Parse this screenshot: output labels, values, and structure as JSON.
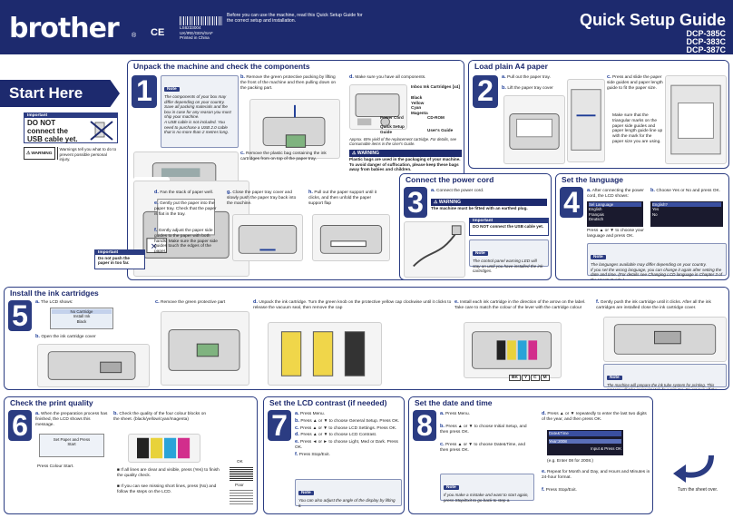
{
  "header": {
    "brand": "brother",
    "ce_mark": "CE",
    "doc_code": "LS6233004",
    "doc_lang": "UK/IRE/GEN/SAF",
    "printed": "Printed in China",
    "intro": "Before you can use the machine, read this Quick Setup Guide for the correct setup and installation.",
    "title": "Quick Setup Guide",
    "models": [
      "DCP-385C",
      "DCP-383C",
      "DCP-387C"
    ]
  },
  "start": {
    "title": "Start Here",
    "important_label": "Important",
    "important_text": "DO NOT connect the USB cable yet.",
    "warning_label": "WARNING",
    "warning_text": "Warnings tell you what to do to prevent possible personal injury."
  },
  "s1": {
    "title": "Unpack the machine and check the components",
    "num": "1",
    "note_label": "Note",
    "note_items": [
      "The components of your box may differ depending on your country.",
      "Save all packing materials and the box in case for any reason you must ship your machine.",
      "A USB cable is not included. You need to purchase a USB 2.0 cable that is no more than 2 metres long."
    ],
    "a": "Remove the protective tape and film.",
    "b": "Remove the green protective packing by lifting the front of the machine and then pulling down on the packing part.",
    "c": "Remove the plastic bag containing the ink cartridges from on top of the paper tray.",
    "d": "Make sure you have all components.",
    "comp_ink": "Inbox Ink Cartridges [x4]",
    "comp_ink_colors": [
      "Black",
      "Yellow",
      "Cyan",
      "Magenta"
    ],
    "comp_cord": "Power Cord",
    "comp_qsg": "Quick Setup Guide",
    "comp_cd": "CD-ROM",
    "comp_ug": "User's Guide",
    "comp_note": "Approx. 65% yield of the replacement cartridge. For details, see Consumable items in the User's Guide.",
    "warn_label": "WARNING",
    "warn_text": "Plastic bags are used in the packaging of your machine. To avoid danger of suffocation, please keep these bags away from babies and children."
  },
  "s2": {
    "title": "Load plain A4 paper",
    "num": "2",
    "a": "Pull out the paper tray.",
    "b": "Lift the paper tray cover",
    "c": "Press and slide the paper side guides and paper length guide to fit the paper size.",
    "c2": "Make sure that the triangular marks on the paper side guides and paper length guide line up with the mark for the paper size you are using.",
    "d": "Fan the stack of paper well.",
    "e": "Gently put the paper into the paper tray. Check that the paper is flat in the tray.",
    "f": "Gently adjust the paper side guides to the paper with both hands. Make sure the paper side guides touch the edges of the paper.",
    "g": "Close the paper tray cover and slowly push the paper tray back into the machine.",
    "h": "Pull out the paper support until it clicks, and then unfold the paper support flap",
    "imp_label": "Important",
    "imp_text": "Do not push the paper in too far."
  },
  "s3": {
    "title": "Connect the power cord",
    "num": "3",
    "a": "Connect the power cord.",
    "warn_label": "WARNING",
    "warn_text": "The machine must be fitted with an earthed plug.",
    "imp_label": "Important",
    "imp_text": "DO NOT connect the USB cable yet.",
    "note_label": "Note",
    "note_text": "The control panel warning LED will stay on until you have installed the ink cartridges."
  },
  "s4": {
    "title": "Set the language",
    "num": "4",
    "a": "After connecting the power cord, the LCD shows:",
    "b": "Choose Yes or No and press OK.",
    "a2": "Press ▲ or ▼ to choose your language and press OK.",
    "lcd1_title": "Sel Language",
    "lcd1_rows": [
      "English",
      "Français",
      "Deutsch"
    ],
    "lcd2_title": "English?",
    "lcd2_rows": [
      "Yes",
      "No"
    ],
    "note_label": "Note",
    "note_items": [
      "The languages available may differ depending on your country.",
      "If you set the wrong language, you can change it again after setting the date and time. (For details see Changing LCD language in Chapter 3 of the User's Guide.)"
    ]
  },
  "s5": {
    "title": "Install the ink cartridges",
    "num": "5",
    "a": "The LCD shows:",
    "lcd_rows": [
      "No Cartridge",
      "Install Ink",
      "Black"
    ],
    "b": "Open the ink cartridge cover",
    "c": "Remove the green protective part",
    "d": "Unpack the ink cartridge. Turn the green knob on the protective yellow cap clockwise until it clicks to release the vacuum seal, then remove the cap",
    "e": "Install each ink cartridge in the direction of the arrow on the label. Take care to match the colour of the lever with the cartridge colour",
    "f": "Gently push the ink cartridge until it clicks. After all the ink cartridges are installed close the ink cartridge cover.",
    "colors": [
      "BK",
      "Y",
      "C",
      "M"
    ],
    "note_label": "Note",
    "note_text": "The machine will prepare the ink tube system for printing. This process will take approximately four minutes. Do not turn off the machine."
  },
  "s6": {
    "title": "Check the print quality",
    "num": "6",
    "a": "When the preparation process has finished, the LCD shows this message.",
    "lcd_rows": [
      "Set Paper and Press",
      "Start"
    ],
    "a2": "Press Colour Start.",
    "b": "Check the quality of the four colour blocks on the sheet. (black/yellow/cyan/magenta)",
    "b2": "If all lines are clear and visible, press (Yes) to finish the quality check.",
    "b3": "If you can see missing short lines, press (No) and follow the steps on the LCD.",
    "ok_label": "OK",
    "poor_label": "Poor"
  },
  "s7": {
    "title": "Set the LCD contrast (if needed)",
    "num": "7",
    "steps": [
      {
        "k": "a.",
        "t": "Press Menu."
      },
      {
        "k": "b.",
        "t": "Press ▲ or ▼ to choose General Setup. Press OK."
      },
      {
        "k": "c.",
        "t": "Press ▲ or ▼ to choose LCD Settings. Press OK."
      },
      {
        "k": "d.",
        "t": "Press ▲ or ▼ to choose LCD Contrast."
      },
      {
        "k": "e.",
        "t": "Press ◄ or ► to choose Light, Med or Dark. Press OK."
      },
      {
        "k": "f.",
        "t": "Press Stop/Exit."
      }
    ],
    "note_label": "Note",
    "note_text": "You can also adjust the angle of the display by lifting it."
  },
  "s8": {
    "title": "Set the date and time",
    "num": "8",
    "a": "Press Menu.",
    "b": "Press ▲ or ▼ to choose Initial Setup, and then press OK.",
    "c": "Press ▲ or ▼ to choose Date&Time, and then press OK.",
    "d": "Press ▲ or ▼ repeatedly to enter the last two digits of the year, and then press OK.",
    "lcd_title": "Date&Time",
    "lcd_row": "Year:2008",
    "lcd_hint": "Input & Press OK",
    "eg": "(e.g. Enter 08 for 2008.)",
    "e": "Repeat for Month and Day, and Hours and Minutes in 24-hour format.",
    "f": "Press Stop/Exit.",
    "note_label": "Note",
    "note_text": "If you make a mistake and want to start again, press Stop/Exit to go back to step a."
  },
  "footer": {
    "turn": "Turn the sheet over."
  },
  "colors": {
    "navy": "#1d2a6e",
    "blue": "#2b3c82",
    "accent": "#1d3c96"
  }
}
